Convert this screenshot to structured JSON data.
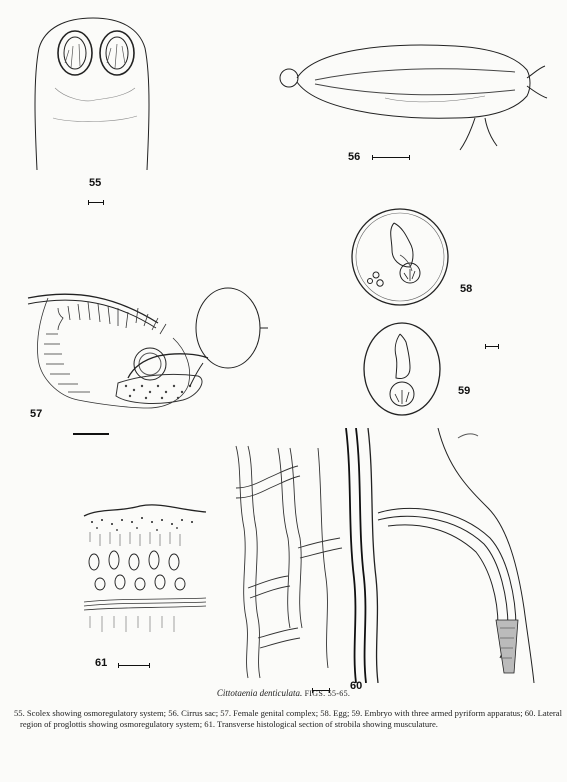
{
  "figures": [
    {
      "id": "55",
      "label": "55"
    },
    {
      "id": "56",
      "label": "56"
    },
    {
      "id": "57",
      "label": "57"
    },
    {
      "id": "58",
      "label": "58"
    },
    {
      "id": "59",
      "label": "59"
    },
    {
      "id": "60",
      "label": "60"
    },
    {
      "id": "61",
      "label": "61"
    }
  ],
  "caption": {
    "species": "Cittotaenia denticulata.",
    "figs": "FIGS. 55-65.",
    "text": "55. Scolex showing osmoregulatory system; 56. Cirrus sac; 57. Female genital complex; 58. Egg; 59. Embryo with three armed pyriform apparatus; 60. Lateral region of proglottis showing osmoregulatory system; 61. Transverse histological section of strobila showing musculature."
  }
}
